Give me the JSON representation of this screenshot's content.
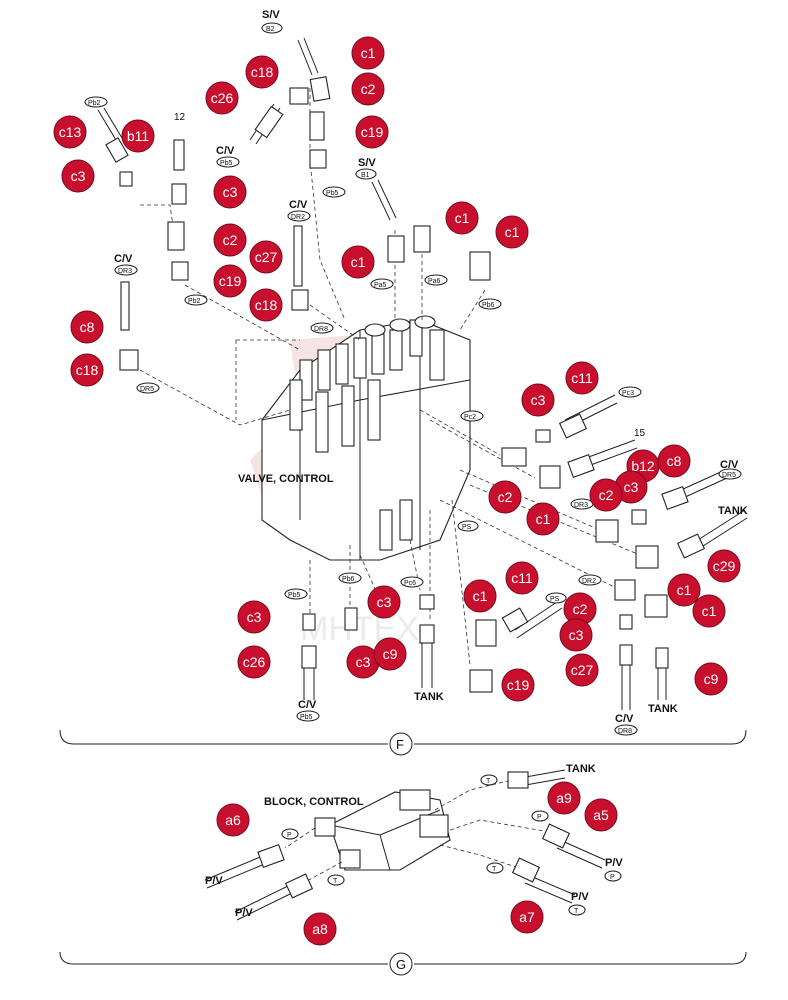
{
  "colors": {
    "callout_fill": "#c8102e",
    "callout_stroke": "#7a0a1c",
    "line": "#222222",
    "watermark": "#e8b0b0"
  },
  "labels": {
    "valve_control": "VALVE, CONTROL",
    "block_control": "BLOCK, CONTROL",
    "sv_1": "S/V",
    "sv_2": "S/V",
    "cv_1": "C/V",
    "cv_2": "C/V",
    "cv_3": "C/V",
    "cv_4": "C/V",
    "cv_5": "C/V",
    "cv_6": "C/V",
    "tank_1": "TANK",
    "tank_2": "TANK",
    "tank_3": "TANK",
    "tank_4": "TANK",
    "pv_1": "P/V",
    "pv_2": "P/V",
    "pv_3": "P/V",
    "pv_4": "P/V"
  },
  "tags": {
    "B2": "B2",
    "B1": "B1",
    "Pb2": "Pb2",
    "Pb5": "Pb5",
    "Pb5b": "Pb5",
    "Pb2b": "Pb2",
    "DR3": "DR3",
    "DR2": "DR2",
    "DR8": "DR8",
    "DR5": "DR5",
    "Pa5": "Pa5",
    "Pa6": "Pa6",
    "Pb6": "Pb6",
    "Pc3": "Pc3",
    "Pc2": "Pc2",
    "DR3b": "DR3",
    "DR5b": "DR5",
    "PS": "PS",
    "Pb5c": "Pb5",
    "Pb6b": "Pb6",
    "Pc6": "Pc6",
    "PSb": "PS",
    "DR2b": "DR2",
    "Pb5d": "Pb5",
    "DR8b": "DR8",
    "P1": "P",
    "P2": "P",
    "P3": "P",
    "T1": "T",
    "T2": "T",
    "T3": "T",
    "T4": "T"
  },
  "numbers": {
    "n12": "12",
    "n15": "15"
  },
  "sections": {
    "F": "F",
    "G": "G"
  },
  "watermark": "MHTEX",
  "callouts": [
    {
      "id": "c1",
      "label": "c1"
    },
    {
      "id": "c18",
      "label": "c18"
    },
    {
      "id": "c2",
      "label": "c2"
    },
    {
      "id": "c26",
      "label": "c26"
    },
    {
      "id": "c19",
      "label": "c19"
    },
    {
      "id": "c13",
      "label": "c13"
    },
    {
      "id": "b11",
      "label": "b11"
    },
    {
      "id": "c3",
      "label": "c3"
    },
    {
      "id": "c3b",
      "label": "c3"
    },
    {
      "id": "c2b",
      "label": "c2"
    },
    {
      "id": "c27",
      "label": "c27"
    },
    {
      "id": "c19b",
      "label": "c19"
    },
    {
      "id": "c18b",
      "label": "c18"
    },
    {
      "id": "c8",
      "label": "c8"
    },
    {
      "id": "c18c",
      "label": "c18"
    },
    {
      "id": "c1b",
      "label": "c1"
    },
    {
      "id": "c1c",
      "label": "c1"
    },
    {
      "id": "c1d",
      "label": "c1"
    },
    {
      "id": "c11",
      "label": "c11"
    },
    {
      "id": "c3c",
      "label": "c3"
    },
    {
      "id": "b12",
      "label": "b12"
    },
    {
      "id": "c8b",
      "label": "c8"
    },
    {
      "id": "c3d",
      "label": "c3"
    },
    {
      "id": "c2c",
      "label": "c2"
    },
    {
      "id": "c2d",
      "label": "c2"
    },
    {
      "id": "c1e",
      "label": "c1"
    },
    {
      "id": "c29",
      "label": "c29"
    },
    {
      "id": "c1f",
      "label": "c1"
    },
    {
      "id": "c1g",
      "label": "c1"
    },
    {
      "id": "c11b",
      "label": "c11"
    },
    {
      "id": "c3e",
      "label": "c3"
    },
    {
      "id": "c2e",
      "label": "c2"
    },
    {
      "id": "c3f",
      "label": "c3"
    },
    {
      "id": "c26b",
      "label": "c26"
    },
    {
      "id": "c3g",
      "label": "c3"
    },
    {
      "id": "c9",
      "label": "c9"
    },
    {
      "id": "c1h",
      "label": "c1"
    },
    {
      "id": "c19c",
      "label": "c19"
    },
    {
      "id": "c27b",
      "label": "c27"
    },
    {
      "id": "c9b",
      "label": "c9"
    },
    {
      "id": "c3h",
      "label": "c3"
    },
    {
      "id": "a6",
      "label": "a6"
    },
    {
      "id": "a8",
      "label": "a8"
    },
    {
      "id": "a9",
      "label": "a9"
    },
    {
      "id": "a5",
      "label": "a5"
    },
    {
      "id": "a7",
      "label": "a7"
    }
  ]
}
